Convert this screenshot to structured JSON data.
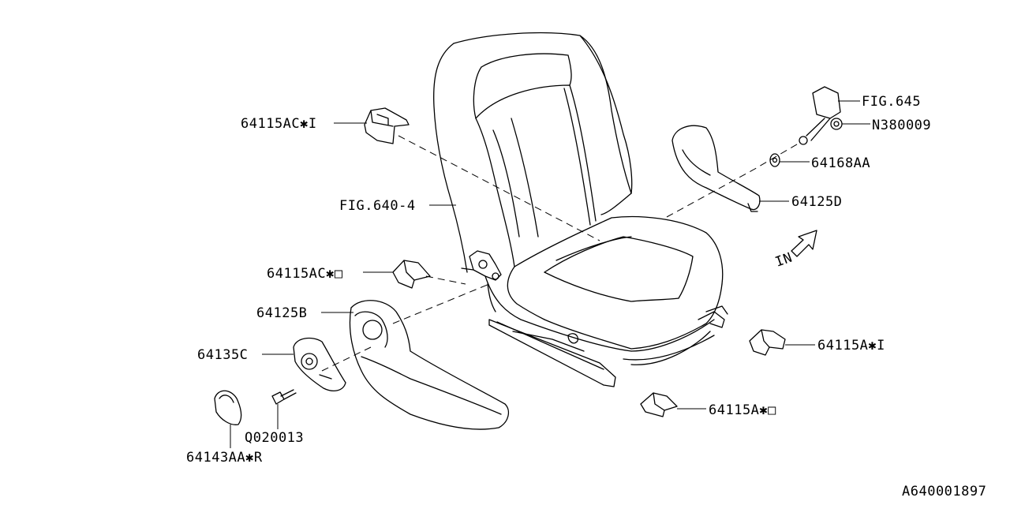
{
  "labels": {
    "p64115ACI": "64115AC✱I",
    "fig6404": "FIG.640-4",
    "p64115ACO": "64115AC✱□",
    "p64125B": "64125B",
    "p64135C": "64135C",
    "q020013": "Q020013",
    "p64143AAR": "64143AA✱R",
    "fig645": "FIG.645",
    "n380009": "N380009",
    "p64168AA": "64168AA",
    "p64125D": "64125D",
    "in": "IN",
    "p64115AI": "64115A✱I",
    "p64115AO": "64115A✱□",
    "code": "A640001897"
  }
}
